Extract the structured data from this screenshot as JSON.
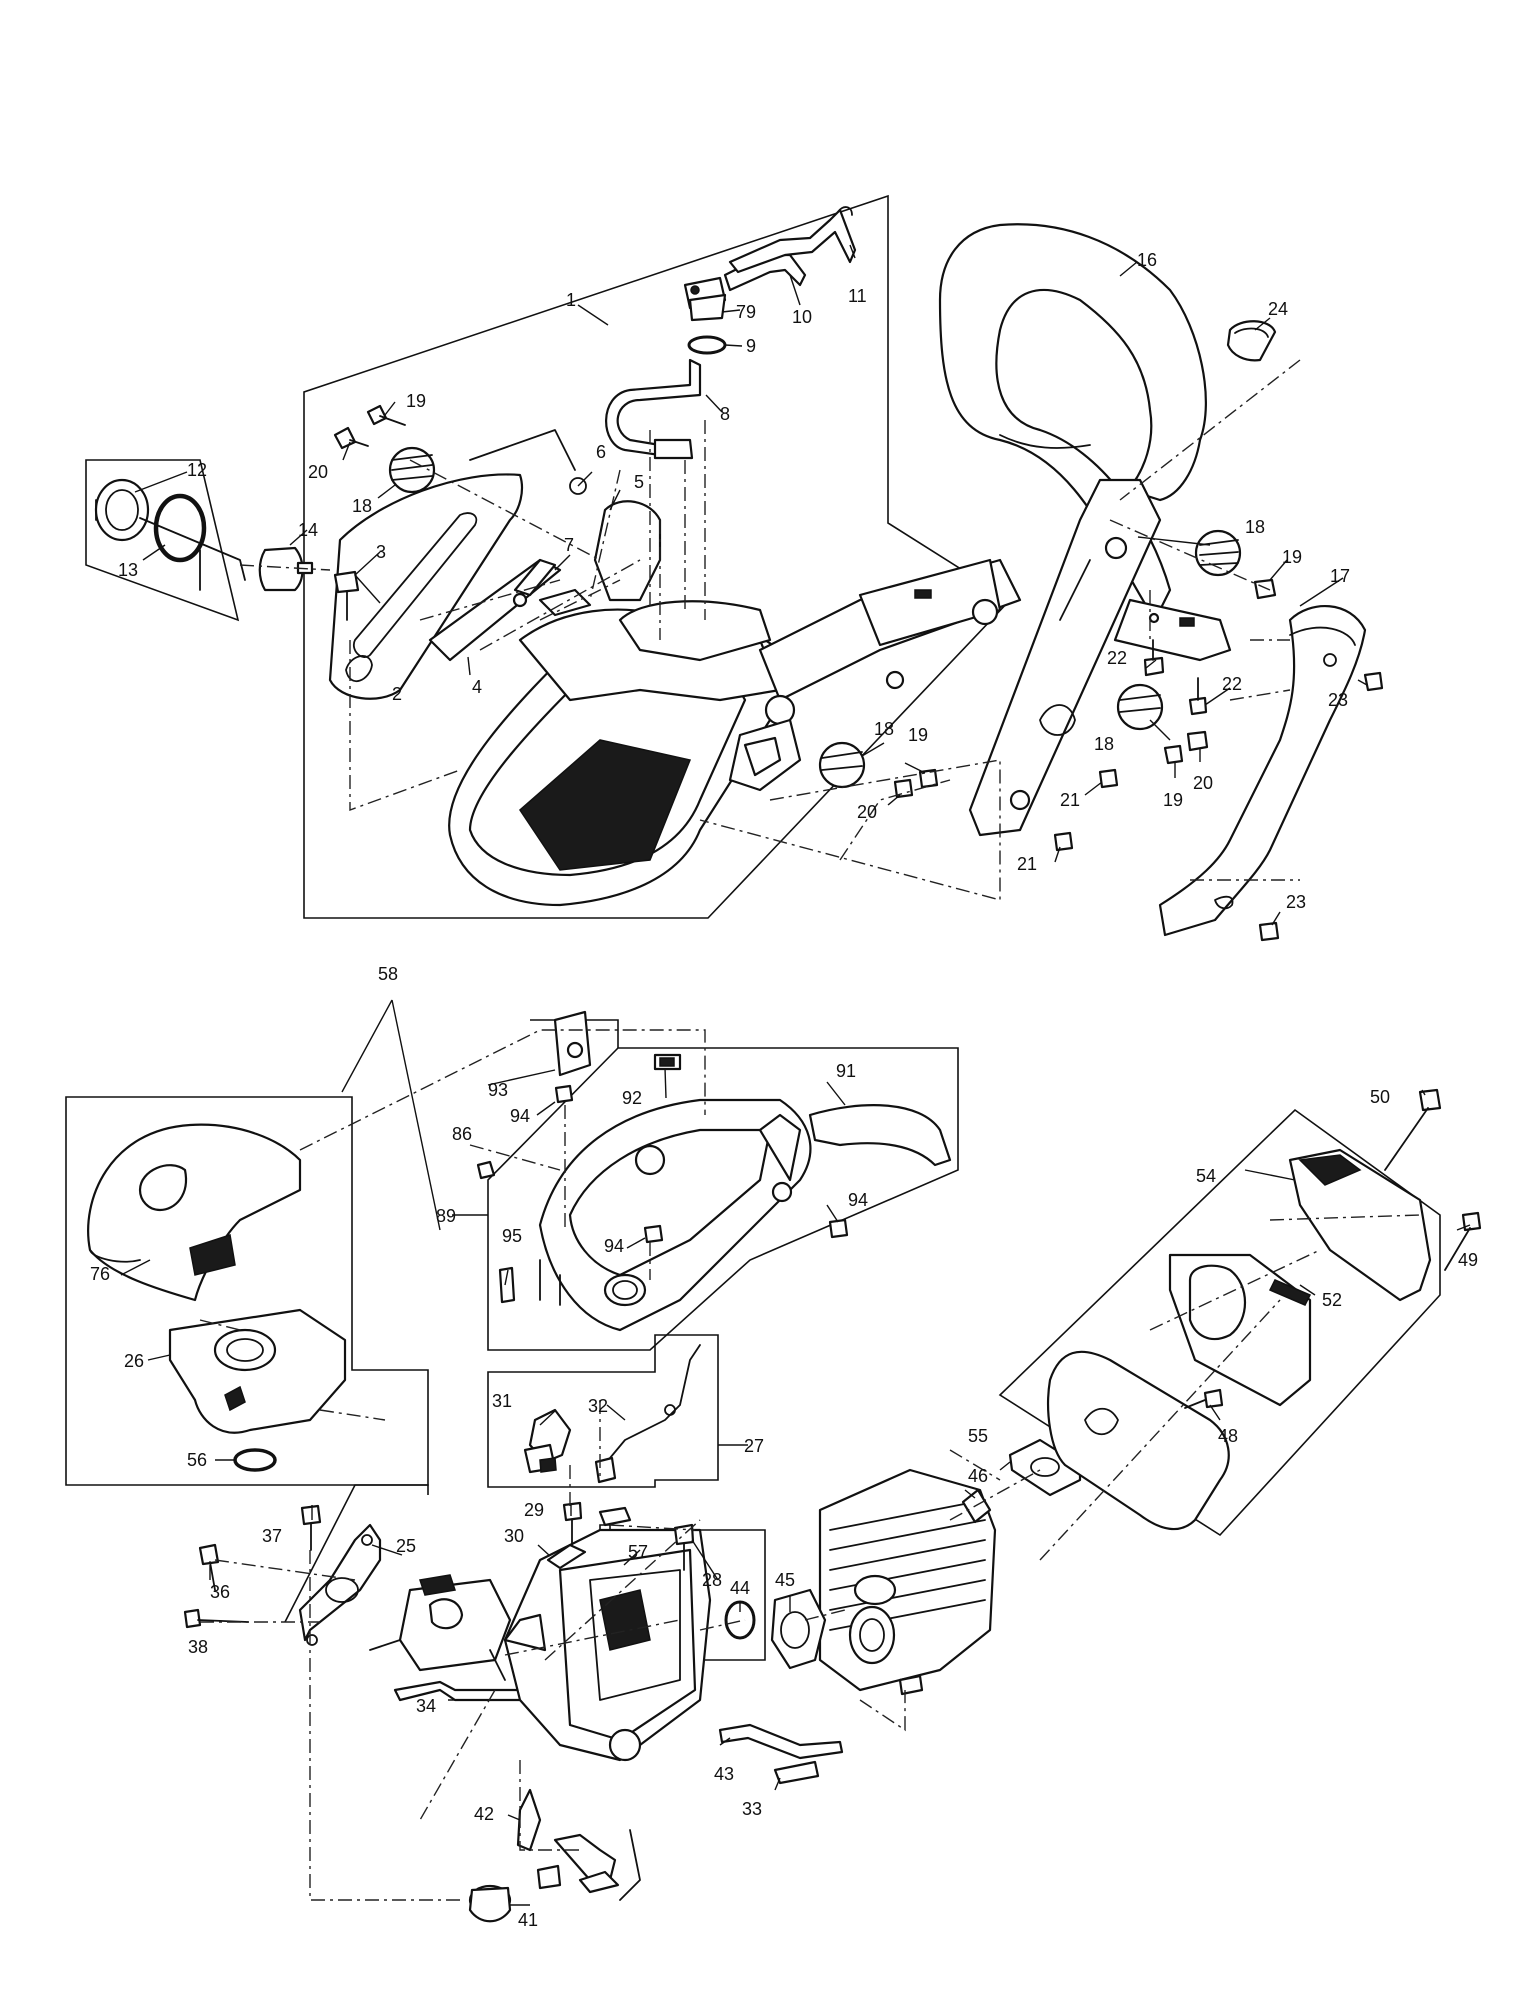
{
  "callouts": {
    "c1": "1",
    "c2": "2",
    "c3": "3",
    "c4": "4",
    "c5": "5",
    "c6": "6",
    "c7": "7",
    "c8": "8",
    "c9": "9",
    "c10": "10",
    "c11": "11",
    "c12": "12",
    "c13": "13",
    "c14": "14",
    "c16": "16",
    "c17": "17",
    "c18a": "18",
    "c18b": "18",
    "c18c": "18",
    "c18d": "18",
    "c19a": "19",
    "c19b": "19",
    "c19c": "19",
    "c19d": "19",
    "c20a": "20",
    "c20b": "20",
    "c20c": "20",
    "c21a": "21",
    "c21b": "21",
    "c22a": "22",
    "c22b": "22",
    "c23a": "23",
    "c23b": "23",
    "c24": "24",
    "c25": "25",
    "c26": "26",
    "c27": "27",
    "c28": "28",
    "c29": "29",
    "c30": "30",
    "c31": "31",
    "c32": "32",
    "c33": "33",
    "c34": "34",
    "c36": "36",
    "c37": "37",
    "c38": "38",
    "c41": "41",
    "c42": "42",
    "c43": "43",
    "c44": "44",
    "c45": "45",
    "c46": "46",
    "c48": "48",
    "c49": "49",
    "c50": "50",
    "c52": "52",
    "c54": "54",
    "c55": "55",
    "c56": "56",
    "c57": "57",
    "c58": "58",
    "c76": "76",
    "c79": "79",
    "c86": "86",
    "c89": "89",
    "c91": "91",
    "c92": "92",
    "c93": "93",
    "c94a": "94",
    "c94b": "94",
    "c94c": "94",
    "c95": "95"
  }
}
